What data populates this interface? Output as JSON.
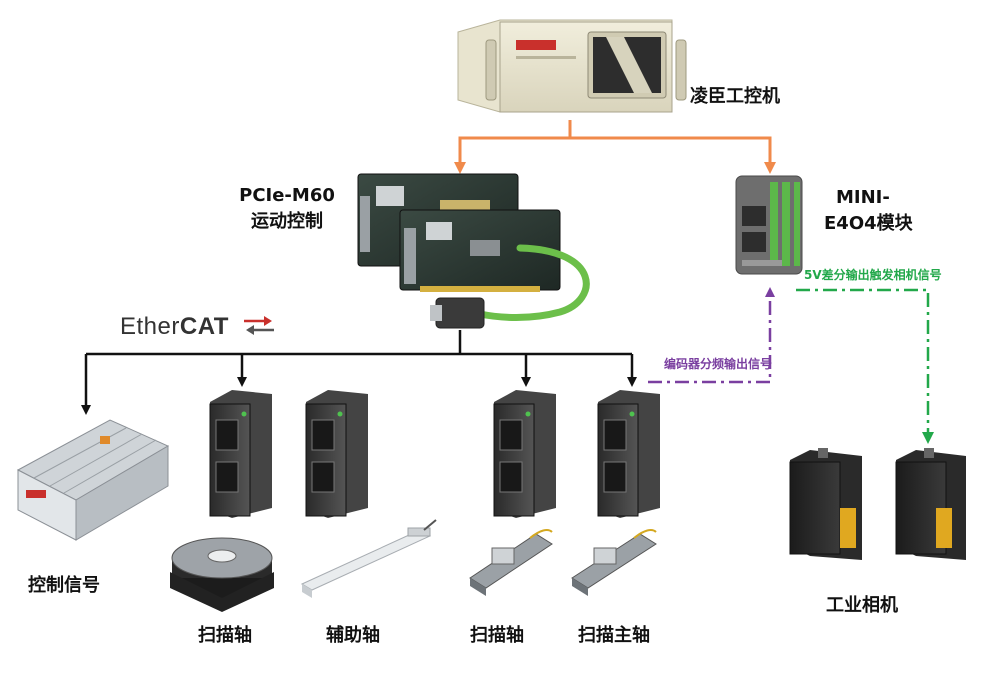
{
  "labels": {
    "ipc": "凌臣工控机",
    "card_line1": "PCIe-M60",
    "card_line2": "运动控制",
    "mini_line1": "MINI-",
    "mini_line2": "E4O4模块",
    "io": "控制信号",
    "axis1": "扫描轴",
    "axis2": "辅助轴",
    "axis3": "扫描轴",
    "axis4": "扫描主轴",
    "camera": "工业相机"
  },
  "ethercat": {
    "light": "Ether",
    "bold": "CAT"
  },
  "signals": {
    "encoder": "编码器分频输出信号",
    "trigger": "5V差分输出触发相机信号"
  },
  "colors": {
    "usb_line": "#f08a4b",
    "encoder_line": "#7a3fa0",
    "trigger_line": "#22a84a",
    "ethercat_bus": "#111111",
    "cable": "#6cbf4a"
  }
}
